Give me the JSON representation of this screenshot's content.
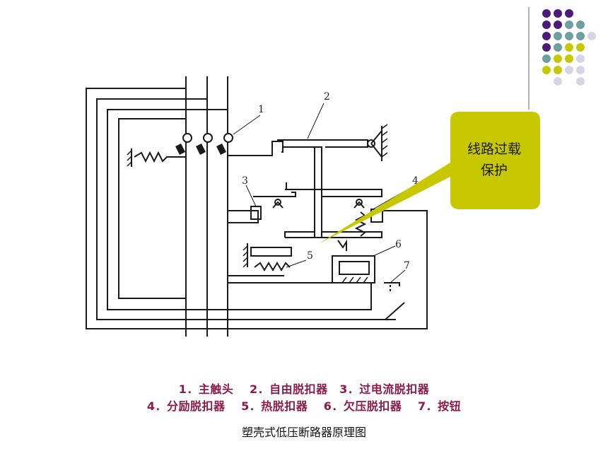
{
  "diagram": {
    "part_numbers": [
      "1",
      "2",
      "3",
      "4",
      "5",
      "6",
      "7"
    ],
    "callout": {
      "line1": "线路过载",
      "line2": "保护"
    },
    "colors": {
      "wire": "#1a1a1a",
      "callout_fill": "#c8c800",
      "dot_purple": "#4b1a7a",
      "dot_teal": "#6fa0a0",
      "dot_yellow": "#c8c800",
      "dot_gray": "#d6d6e6"
    }
  },
  "legend": {
    "line1": "1．主触头　 2．自由脱扣器　3．过电流脱扣器",
    "line2": "4．分励脱扣器　 5．热脱扣器　 6．欠压脱扣器　 7．按钮"
  },
  "caption": "塑壳式低压断路器原理图"
}
